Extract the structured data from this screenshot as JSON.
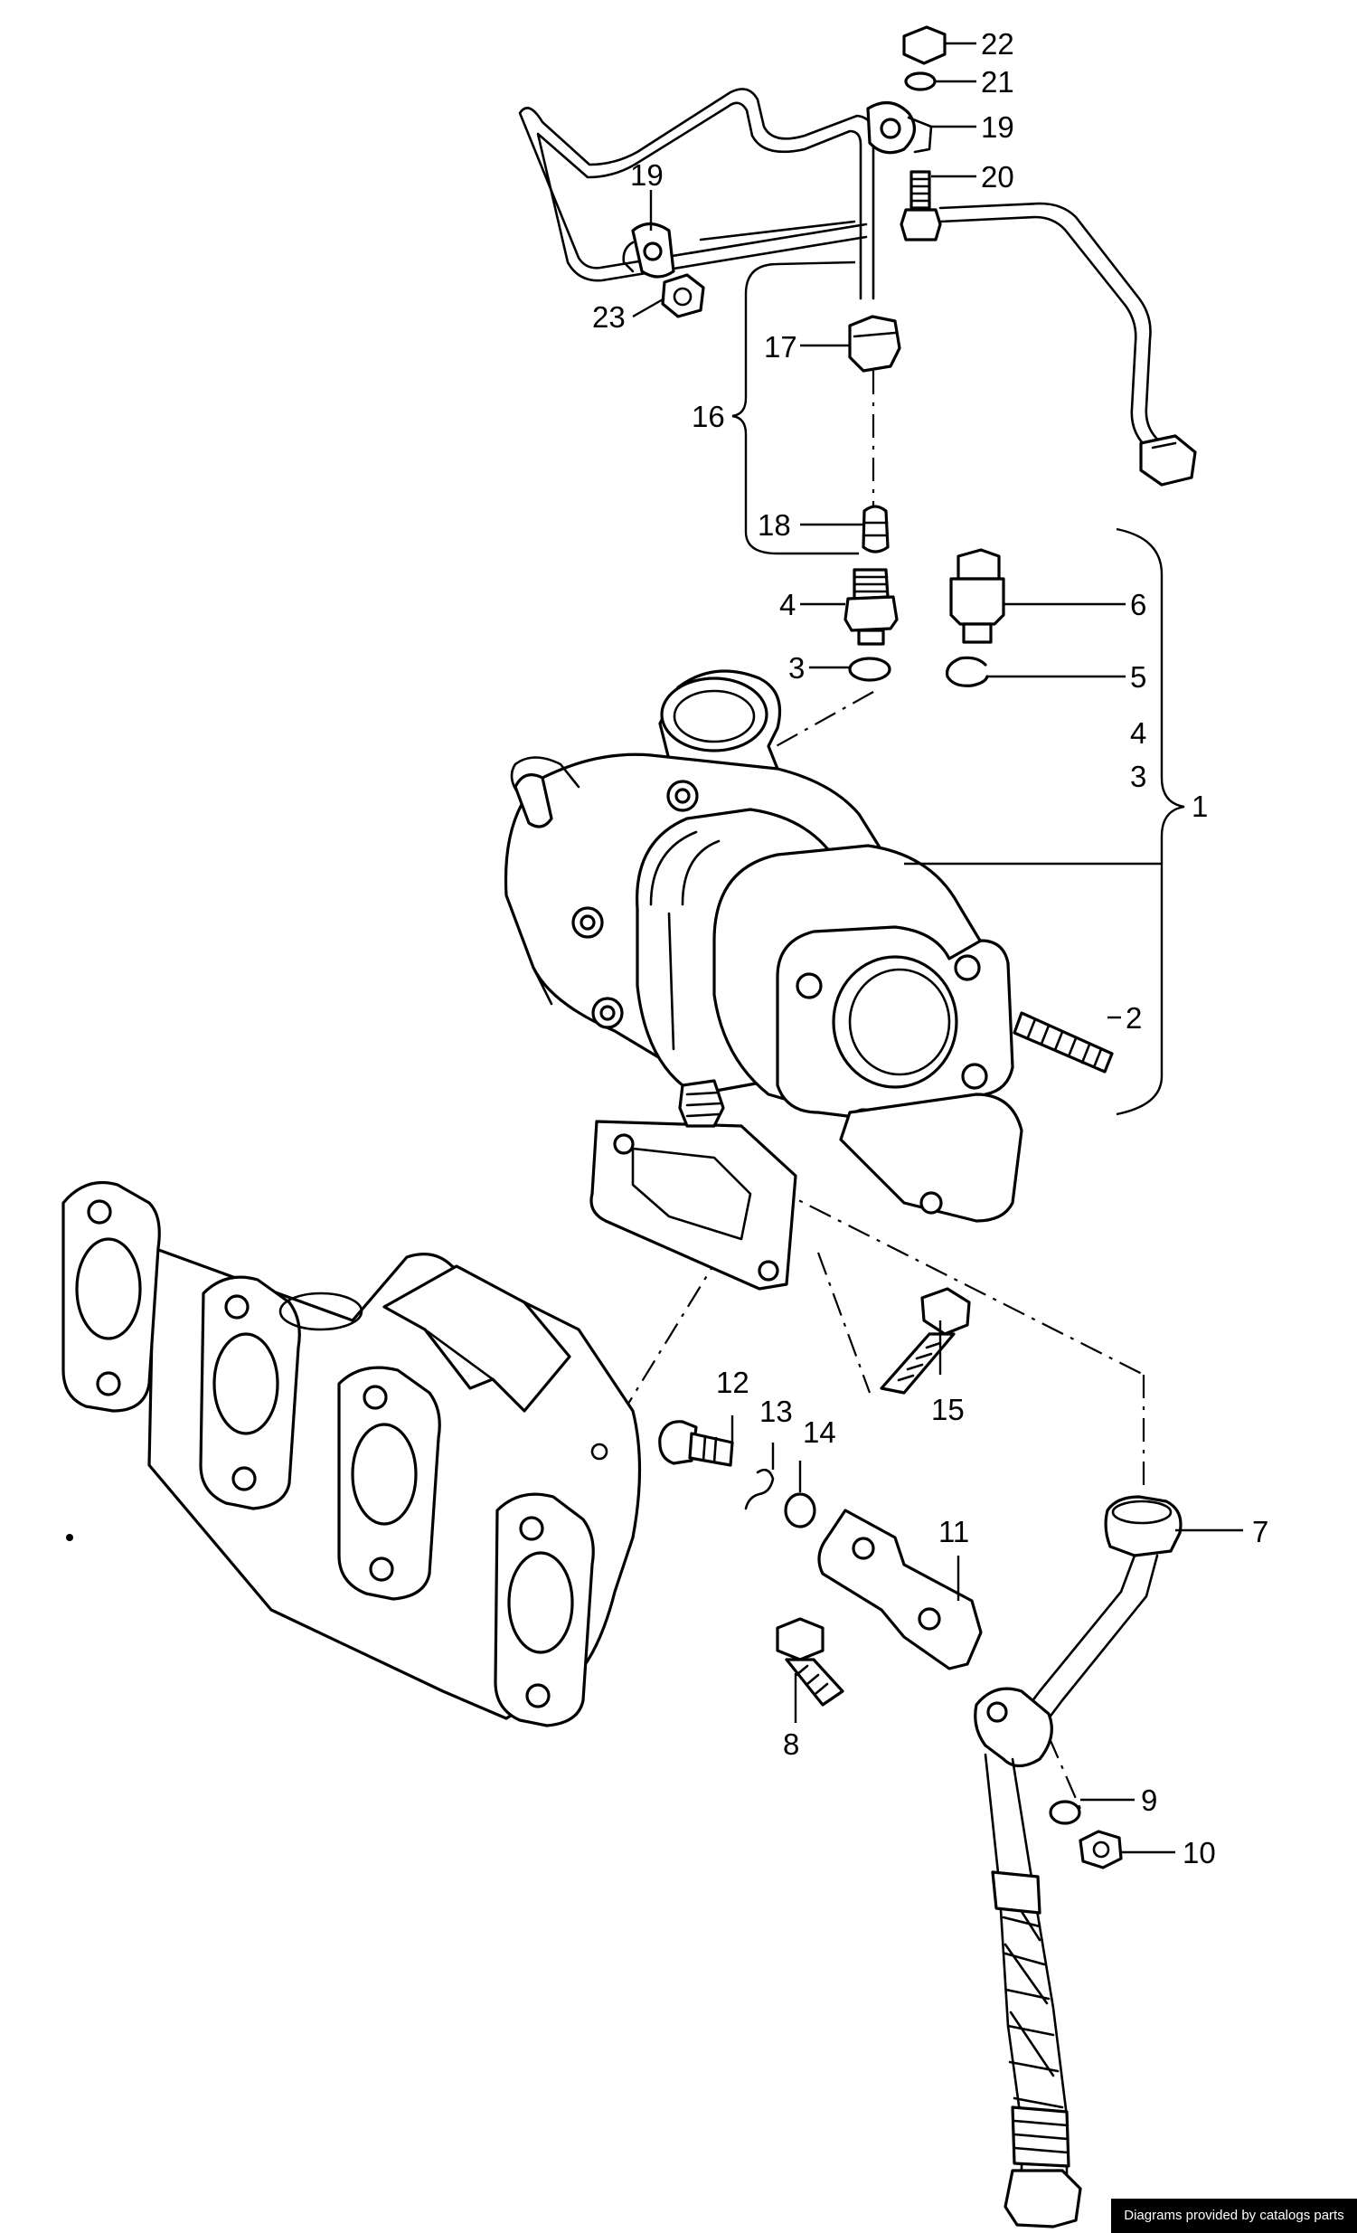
{
  "callouts": {
    "c1": "1",
    "c2": "2",
    "c3a": "3",
    "c3b": "3",
    "c4a": "4",
    "c4b": "4",
    "c5": "5",
    "c6": "6",
    "c7": "7",
    "c8": "8",
    "c9": "9",
    "c10": "10",
    "c11": "11",
    "c12": "12",
    "c13": "13",
    "c14": "14",
    "c15": "15",
    "c16": "16",
    "c17": "17",
    "c18": "18",
    "c19a": "19",
    "c19b": "19",
    "c20": "20",
    "c21": "21",
    "c22": "22",
    "c23": "23"
  },
  "footer": {
    "credit": "Diagrams provided by catalogs parts"
  }
}
